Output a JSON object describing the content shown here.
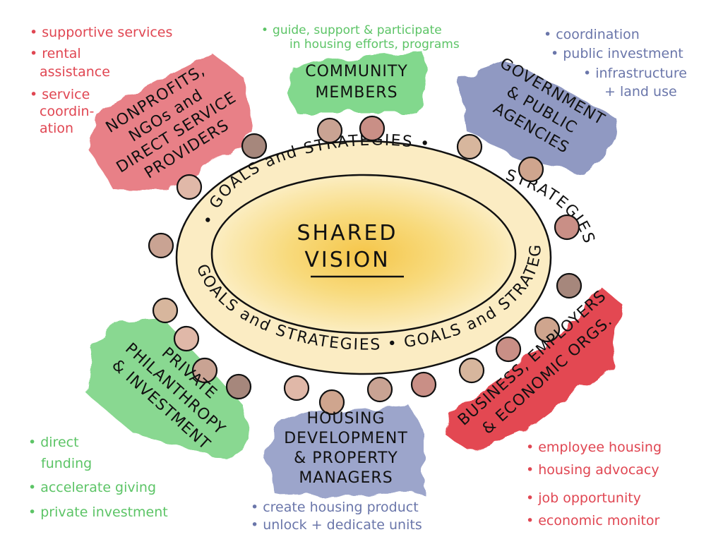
{
  "center": {
    "line1": "SHARED",
    "line2": "VISION"
  },
  "ring_text": {
    "top": "• GOALS and STRATEGIES •",
    "right": "STRATEGIES",
    "bottom": "GOALS and STRATEGIES • GOALS and STRATEGIES"
  },
  "groups": {
    "nonprofits": {
      "label_lines": [
        "NONPROFITS,",
        "NGOs and",
        "DIRECT SERVICE",
        "PROVIDERS"
      ],
      "color": "#e46a73",
      "notes": [
        "supportive services",
        "rental",
        "assistance",
        "service",
        "coordin-",
        "ation"
      ],
      "bullet_flags": [
        true,
        true,
        false,
        true,
        false,
        false
      ],
      "note_color": "#e04652"
    },
    "community": {
      "label_lines": [
        "COMMUNITY",
        "MEMBERS"
      ],
      "color": "#6dd27a",
      "notes": [
        "guide, support & participate",
        "in housing efforts, programs"
      ],
      "bullet_flags": [
        true,
        false
      ],
      "note_color": "#5cc466"
    },
    "government": {
      "label_lines": [
        "GOVERNMENT",
        "& PUBLIC",
        "AGENCIES"
      ],
      "color": "#7d88b8",
      "notes": [
        "coordination",
        "public investment",
        "infrastructure",
        "+ land use"
      ],
      "bullet_flags": [
        true,
        true,
        true,
        false
      ],
      "note_color": "#6a76aa"
    },
    "business": {
      "label_lines": [
        "BUSINESS, EMPLOYERS",
        "& ECONOMIC ORGS."
      ],
      "color": "#e0363f",
      "notes": [
        "employee housing",
        "housing advocacy",
        "job opportunity",
        "economic monitor"
      ],
      "bullet_flags": [
        true,
        true,
        true,
        true
      ],
      "note_color": "#e04652"
    },
    "housing": {
      "label_lines": [
        "HOUSING",
        "DEVELOPMENT",
        "& PROPERTY",
        "MANAGERS"
      ],
      "color": "#8b96c2",
      "notes": [
        "create housing product",
        "unlock + dedicate units"
      ],
      "bullet_flags": [
        true,
        true
      ],
      "note_color": "#6a76aa"
    },
    "philanthropy": {
      "label_lines": [
        "PRIVATE",
        "PHILANTHROPY",
        "& INVESTMENT"
      ],
      "color": "#74d27e",
      "notes": [
        "direct",
        "funding",
        "accelerate giving",
        "private investment"
      ],
      "bullet_flags": [
        true,
        false,
        true,
        true
      ],
      "note_color": "#5cc466"
    }
  },
  "colors": {
    "ellipse_fill": "#f6d56a",
    "ellipse_outer": "#fbecc3",
    "seat_fills": [
      "#c9a393",
      "#c98f86",
      "#a6877c",
      "#d7b69d",
      "#e0b8a8",
      "#cfa58e"
    ]
  }
}
